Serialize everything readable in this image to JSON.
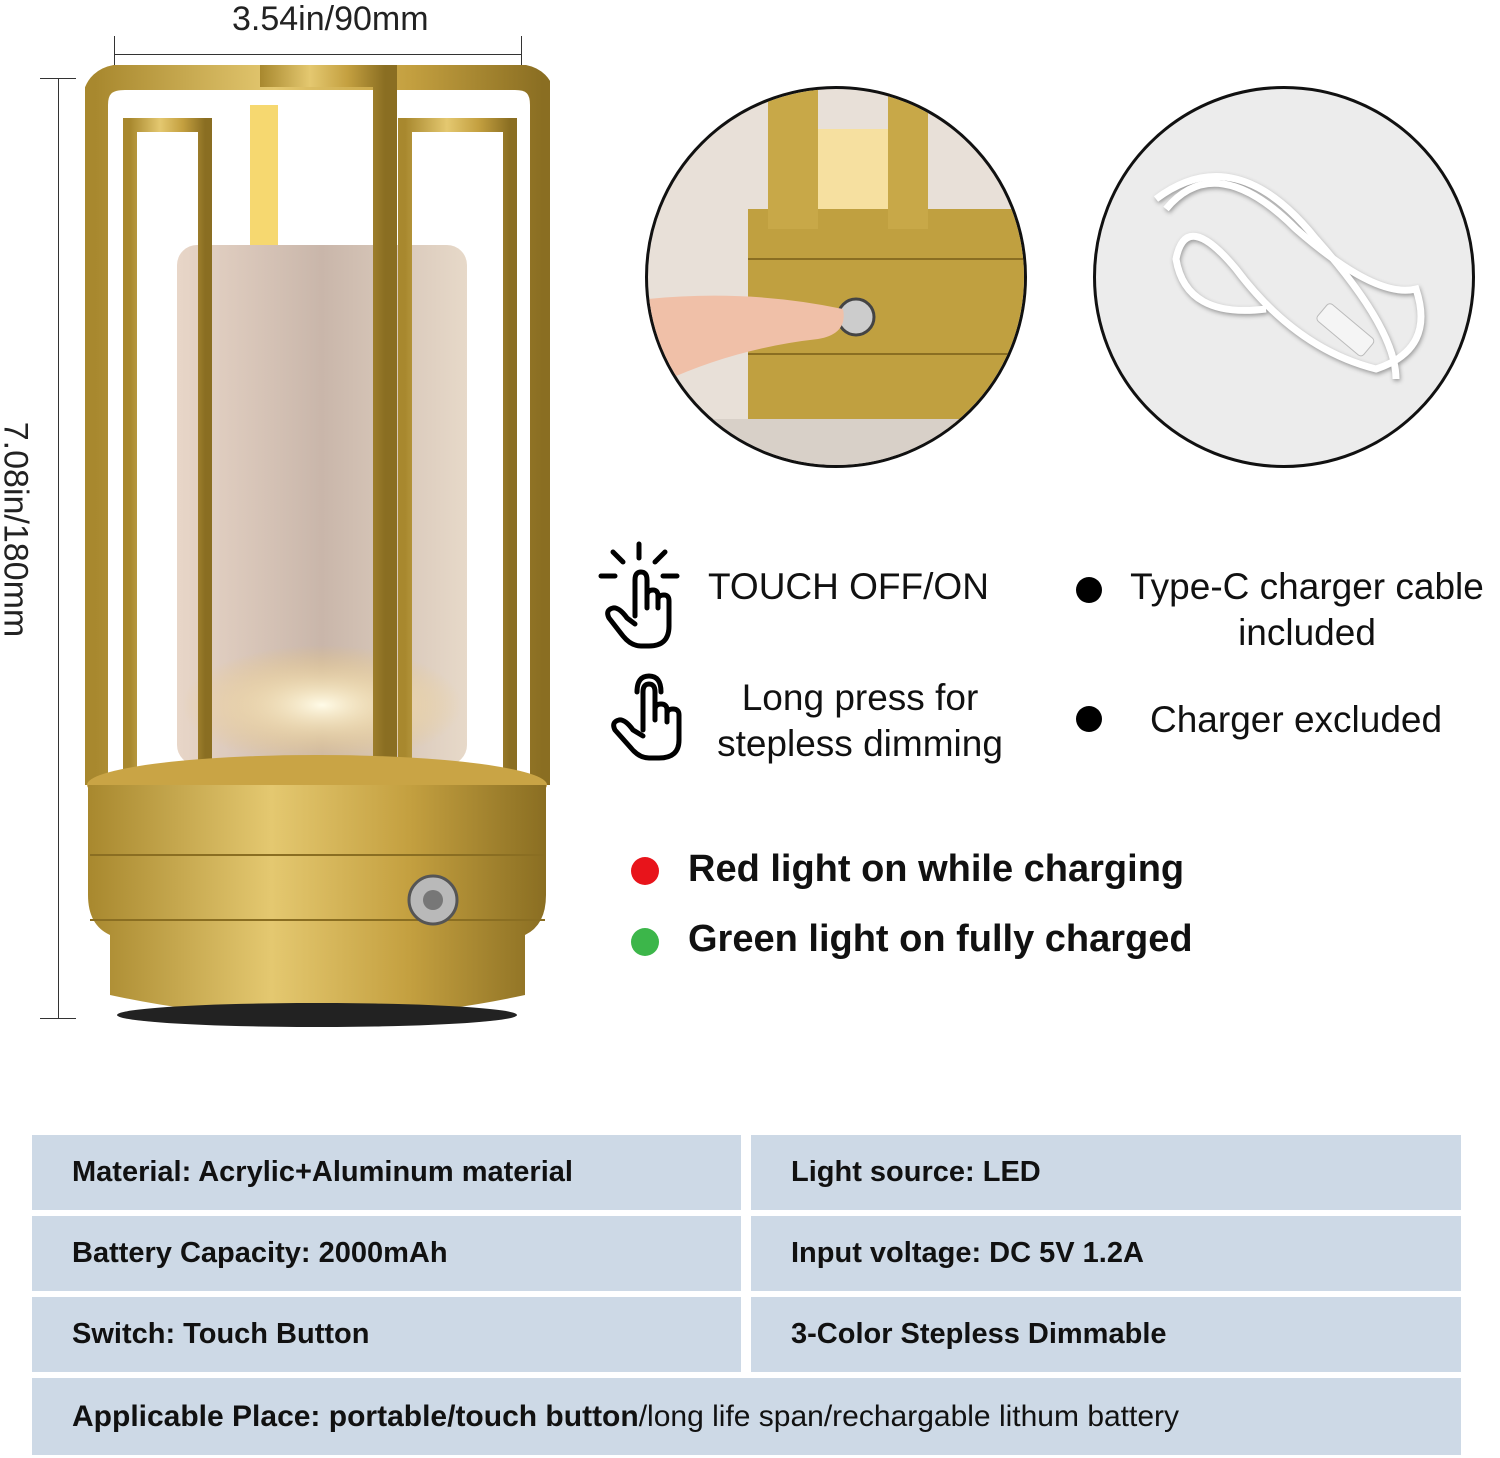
{
  "dimensions": {
    "width": "3.54in/90mm",
    "height": "7.08in/180mm"
  },
  "features": {
    "touch": "TOUCH OFF/ON",
    "long_press_line1": "Long press for",
    "long_press_line2": "stepless dimming",
    "cable_line1": "Type-C charger cable",
    "cable_line2": "included",
    "charger": "Charger excluded"
  },
  "indicators": [
    {
      "label": "Red light on while charging",
      "color": "#e8141b"
    },
    {
      "label": "Green light on fully charged",
      "color": "#3cb64a"
    }
  ],
  "specs": {
    "material": "Material: Acrylic+Aluminum material",
    "light_source": "Light source: LED",
    "battery": "Battery Capacity: 2000mAh",
    "voltage": "Input voltage: DC 5V 1.2A",
    "switch": "Switch: Touch Button",
    "dimmable": "3-Color Stepless Dimmable",
    "applicable_bold": "Applicable Place: portable/touch button",
    "applicable_rest": "/long life span/rechargable lithum battery"
  }
}
